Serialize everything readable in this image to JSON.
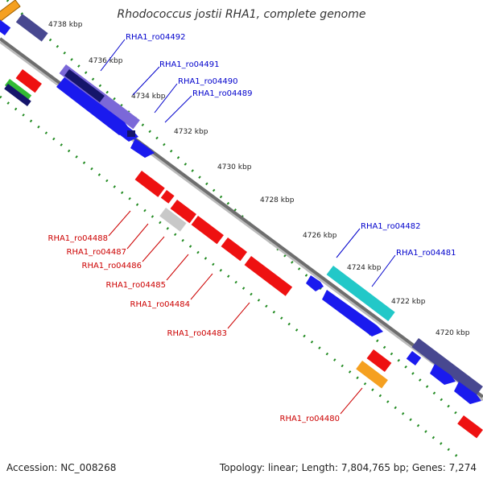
{
  "title": "Rhodococcus jostii RHA1, complete genome",
  "footer": {
    "accession": "Accession: NC_008268",
    "stats": "Topology: linear; Length: 7,804,765 bp; Genes: 7,274"
  },
  "colors": {
    "forward_label": "#0000cc",
    "reverse_label": "#cc0000",
    "backbone": "#808080",
    "tick_dots": "#228b22"
  },
  "ticks": [
    {
      "label": "4738 kbp"
    },
    {
      "label": "4736 kbp"
    },
    {
      "label": "4734 kbp"
    },
    {
      "label": "4732 kbp"
    },
    {
      "label": "4730 kbp"
    },
    {
      "label": "4728 kbp"
    },
    {
      "label": "4726 kbp"
    },
    {
      "label": "4724 kbp"
    },
    {
      "label": "4722 kbp"
    },
    {
      "label": "4720 kbp"
    }
  ],
  "forward_genes": [
    {
      "label": "RHA1_ro04492"
    },
    {
      "label": "RHA1_ro04491"
    },
    {
      "label": "RHA1_ro04490"
    },
    {
      "label": "RHA1_ro04489"
    },
    {
      "label": "RHA1_ro04482"
    },
    {
      "label": "RHA1_ro04481"
    }
  ],
  "reverse_genes": [
    {
      "label": "RHA1_ro04488"
    },
    {
      "label": "RHA1_ro04487"
    },
    {
      "label": "RHA1_ro04486"
    },
    {
      "label": "RHA1_ro04485"
    },
    {
      "label": "RHA1_ro04484"
    },
    {
      "label": "RHA1_ro04483"
    },
    {
      "label": "RHA1_ro04480"
    }
  ]
}
